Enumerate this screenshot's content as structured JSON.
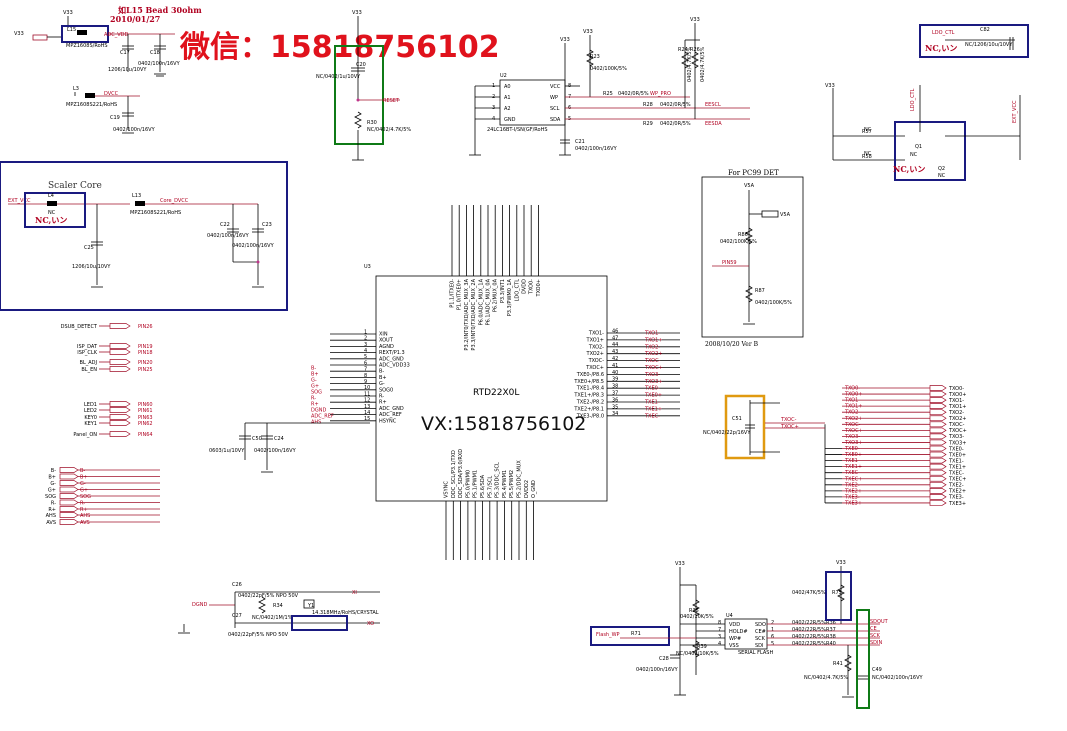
{
  "overlays": {
    "wechat": "微信：15818756102",
    "vx": "VX:15818756102"
  },
  "notes": {
    "bead_note": "如L15 Bead 30ohm",
    "bead_date": "2010/01/27",
    "scaler_core": "Scaler Core",
    "pc99_title": "For PC99 DET",
    "pc99_footer": "2008/10/20 Ver B"
  },
  "chip_u3": {
    "ref": "U3",
    "name": "RTD22X0L",
    "left_pins": [
      "XIN",
      "XOUT",
      "AGND",
      "REXT/P1.3",
      "ADC_GND",
      "ADC_VDD33",
      "B-",
      "B+",
      "G-",
      "SOG0",
      "R-",
      "R+",
      "ADC_GND",
      "ADC_REF",
      "HSYNC"
    ],
    "right_pins": [
      "TXO1-",
      "TXO1+",
      "TXO2-",
      "TXO2+",
      "TXOC-",
      "TXOC+",
      "TXE0-/P8.6",
      "TXE0+/P8.5",
      "TXE1-/P8.4",
      "TXE1+/P8.3",
      "TXE2-/P8.2",
      "TXE2+/P8.1",
      "TXE3-/P8.0"
    ],
    "right_nums": [
      "46",
      "47",
      "44",
      "43",
      "42",
      "41",
      "40",
      "39",
      "38",
      "37",
      "36",
      "35",
      "34"
    ],
    "left_nums": [
      "1",
      "2",
      "3",
      "4",
      "5",
      "6",
      "7",
      "8",
      "9",
      "10",
      "11",
      "12",
      "13",
      "14",
      "15"
    ],
    "top_pins": [
      "P1.1/ITXE0-",
      "P1.0/ITXE0+",
      "P3.2/INT0/TXD/ADC_MUX_3A",
      "P3.3/INT0/TXD/ADC_MUX_2A",
      "P6.0/ADC_MUX_1A",
      "P6.1/ADC_MUX_0A",
      "P6.2/MUX_0A",
      "P3.3/INT1",
      "P3.3/PWM0_1A",
      "LDO_CTL",
      "DVDD",
      "TXO0-",
      "TXO0+"
    ],
    "bottom_pins": [
      "VSYNC",
      "DDC_SCL/P3.1/TXD",
      "DDC_SDA/P3.0/RXD",
      "P5.0/PWM0",
      "P5.1/PWM1",
      "P5.6/SDA",
      "P5.7/SCL",
      "P5.3/DDC_SCL",
      "P5.4/PWM1",
      "P5.5/PWM2",
      "P5.2/DDC_MUX",
      "DVDD2",
      "O_GND"
    ]
  },
  "chip_u2": {
    "ref": "U2",
    "pins_left": [
      "A0",
      "A1",
      "A2",
      "GND"
    ],
    "pins_right": [
      "VCC",
      "WP",
      "SCL",
      "SDA"
    ],
    "nums_left": [
      "1",
      "2",
      "3",
      "4"
    ],
    "nums_right": [
      "8",
      "7",
      "6",
      "5"
    ],
    "part": "24LC16BT-I/SN(GF/RoHS"
  },
  "chip_u4": {
    "ref": "U4",
    "pins_left": [
      "VDD",
      "HOLD#",
      "WP#",
      "VSS"
    ],
    "pins_right": [
      "SDO",
      "CE#",
      "SCK",
      "SDI"
    ],
    "nums_left": [
      "8",
      "7",
      "3",
      "4"
    ],
    "nums_right": [
      "2",
      "1",
      "6",
      "5"
    ],
    "part": "SERIAL FLASH"
  },
  "input_ports": {
    "group1": [
      {
        "label": "DSUB_DETECT",
        "net": "PIN26"
      },
      {
        "label": "ISP_DAT",
        "net": "PIN19"
      },
      {
        "label": "ISP_CLK",
        "net": "PIN18"
      },
      {
        "label": "BL_ADJ",
        "net": "PIN20"
      },
      {
        "label": "BL_EN",
        "net": "PIN25"
      },
      {
        "label": "LED1",
        "net": "PIN60"
      },
      {
        "label": "LED2",
        "net": "PIN61"
      },
      {
        "label": "KEY0",
        "net": "PIN63"
      },
      {
        "label": "KEY1",
        "net": "PIN62"
      },
      {
        "label": "Panel_ON",
        "net": "PIN64"
      }
    ],
    "rgb": [
      "B-",
      "B+",
      "G-",
      "G+",
      "SOG",
      "R-",
      "R+",
      "AHS",
      "AVS"
    ]
  },
  "lvds_out": {
    "left": [
      "TXO0-",
      "TXO0+",
      "TXO1-",
      "TXO1+",
      "TXO2-",
      "TXO2+",
      "TXOC-",
      "TXOC+",
      "TXO3-",
      "TXO3+",
      "TXE0-",
      "TXE0+",
      "TXE1-",
      "TXE1+",
      "TXEC-",
      "TXEC+",
      "TXE2-",
      "TXE2+",
      "TXE3-",
      "TXE3+"
    ],
    "right": [
      "TXO0-",
      "TXO0+",
      "TXO1-",
      "TXO1+",
      "TXO2-",
      "TXO2+",
      "TXOC-",
      "TXOC+",
      "TXO3-",
      "TXO3+",
      "TXE0-",
      "TXE0+",
      "TXE1-",
      "TXE1+",
      "TXEC-",
      "TXEC+",
      "TXE2-",
      "TXE2+",
      "TXE3-",
      "TXE3+"
    ]
  },
  "components": {
    "L15": "L15",
    "L15_part": "MPZ1608S/RoHS",
    "L3": "L3",
    "L3_part": "MPZ1608S221/RoHS",
    "C17": "C17",
    "C17_val": "1206/10u/10VY",
    "C18": "C18",
    "C18_val": "0402/100n/16VY",
    "C19": "C19",
    "C19_val": "0402/100n/16VY",
    "C20": "C20",
    "C20_val": "NC/0402/1u/10VY",
    "R30": "R30",
    "R30_val": "NC/0402/4.7K/5%",
    "R23": "R23",
    "R23_val": "0402/100K/5%",
    "R25": "R25",
    "R25_val": "0402/0R/5%",
    "R24": "R24",
    "R26": "R26",
    "R24_val": "0402/4.7K/5%",
    "R28": "R28",
    "R29": "R29",
    "R28_val": "0402/0R/5%",
    "C21": "C21",
    "C21_val": "0402/100n/16VY",
    "C22": "C22",
    "C22_val": "0402/100n/16VY",
    "C23": "C23",
    "C23_val": "0402/100n/16VY",
    "L4": "L4",
    "L13": "L13",
    "L13_part": "MPZ1608S221/RoHS",
    "C25": "C25",
    "C25_val": "1206/10u/10VY",
    "C50": "C50",
    "C50_val": "0603/1u/10VY",
    "C24": "C24",
    "C24_val": "0402/100n/16VY",
    "C82": "C82",
    "C82_val": "NC/1206/10u/10VY",
    "Q1": "Q1",
    "Q2": "Q2",
    "R57": "R57",
    "R58": "R58",
    "R86": "R86",
    "R86_val": "0402/100K/5%",
    "R87": "R87",
    "R87_val": "0402/100K/5%",
    "C51": "C51",
    "C51_val": "NC/0402/22p/16VY",
    "C26": "C26",
    "C26_val": "0402/22pF/5% NPO 50V",
    "C27": "C27",
    "C27_val": "0402/22pF/5% NPO 50V",
    "R34": "R34",
    "R34_val": "NC/0402/1M/1%",
    "Y1": "Y1",
    "Y1_val": "14.318MHz/RoHS/CRYSTAL",
    "R35": "R35",
    "R35_val": "0402/10K/5%",
    "R39": "R39",
    "R39_val": "NC/0402/10K/5%",
    "R71": "R71",
    "C28": "C28",
    "C28_val": "0402/100n/16VY",
    "R75": "R75",
    "R75_val": "0402/47K/5%",
    "R41": "R41",
    "R41_val": "NC/0402/4.7K/5%",
    "C49": "C49",
    "C49_val": "NC/0402/100n/16VY",
    "R36": "R36",
    "R37": "R37",
    "R38": "R38",
    "R40": "R40",
    "R36_val": "0402/22R/5%"
  },
  "nets": {
    "v33": "V33",
    "adc_vdd": "ADC_VDD",
    "dvcc": "DVCC",
    "reset": "RESET",
    "wp_pro": "WP_PRO",
    "eescl": "EESCL",
    "eesda": "EESDA",
    "ldo_ctl": "LDO_CTL",
    "ext_vcc": "EXT_VCC",
    "v5a": "V5A",
    "pin59": "PIN59",
    "dgnd": "DGND",
    "xi": "XI",
    "xo": "XO",
    "flash_wp": "Flash_WP",
    "sdout": "SDOUT",
    "ce": "CE",
    "sck": "SCK",
    "sdin": "SDIN",
    "core_dvcc": "Core_DVCC",
    "ext_vcc_left": "EXT_VCC",
    "nc": "NC",
    "nc_box": "NC,いン"
  },
  "colors": {
    "overlay_red": "#e0121c",
    "box_blue": "#1a1a80",
    "box_green": "#0f7a16",
    "box_orange": "#e09a10",
    "net_red": "#a0102a",
    "junction": "#c0368c"
  }
}
